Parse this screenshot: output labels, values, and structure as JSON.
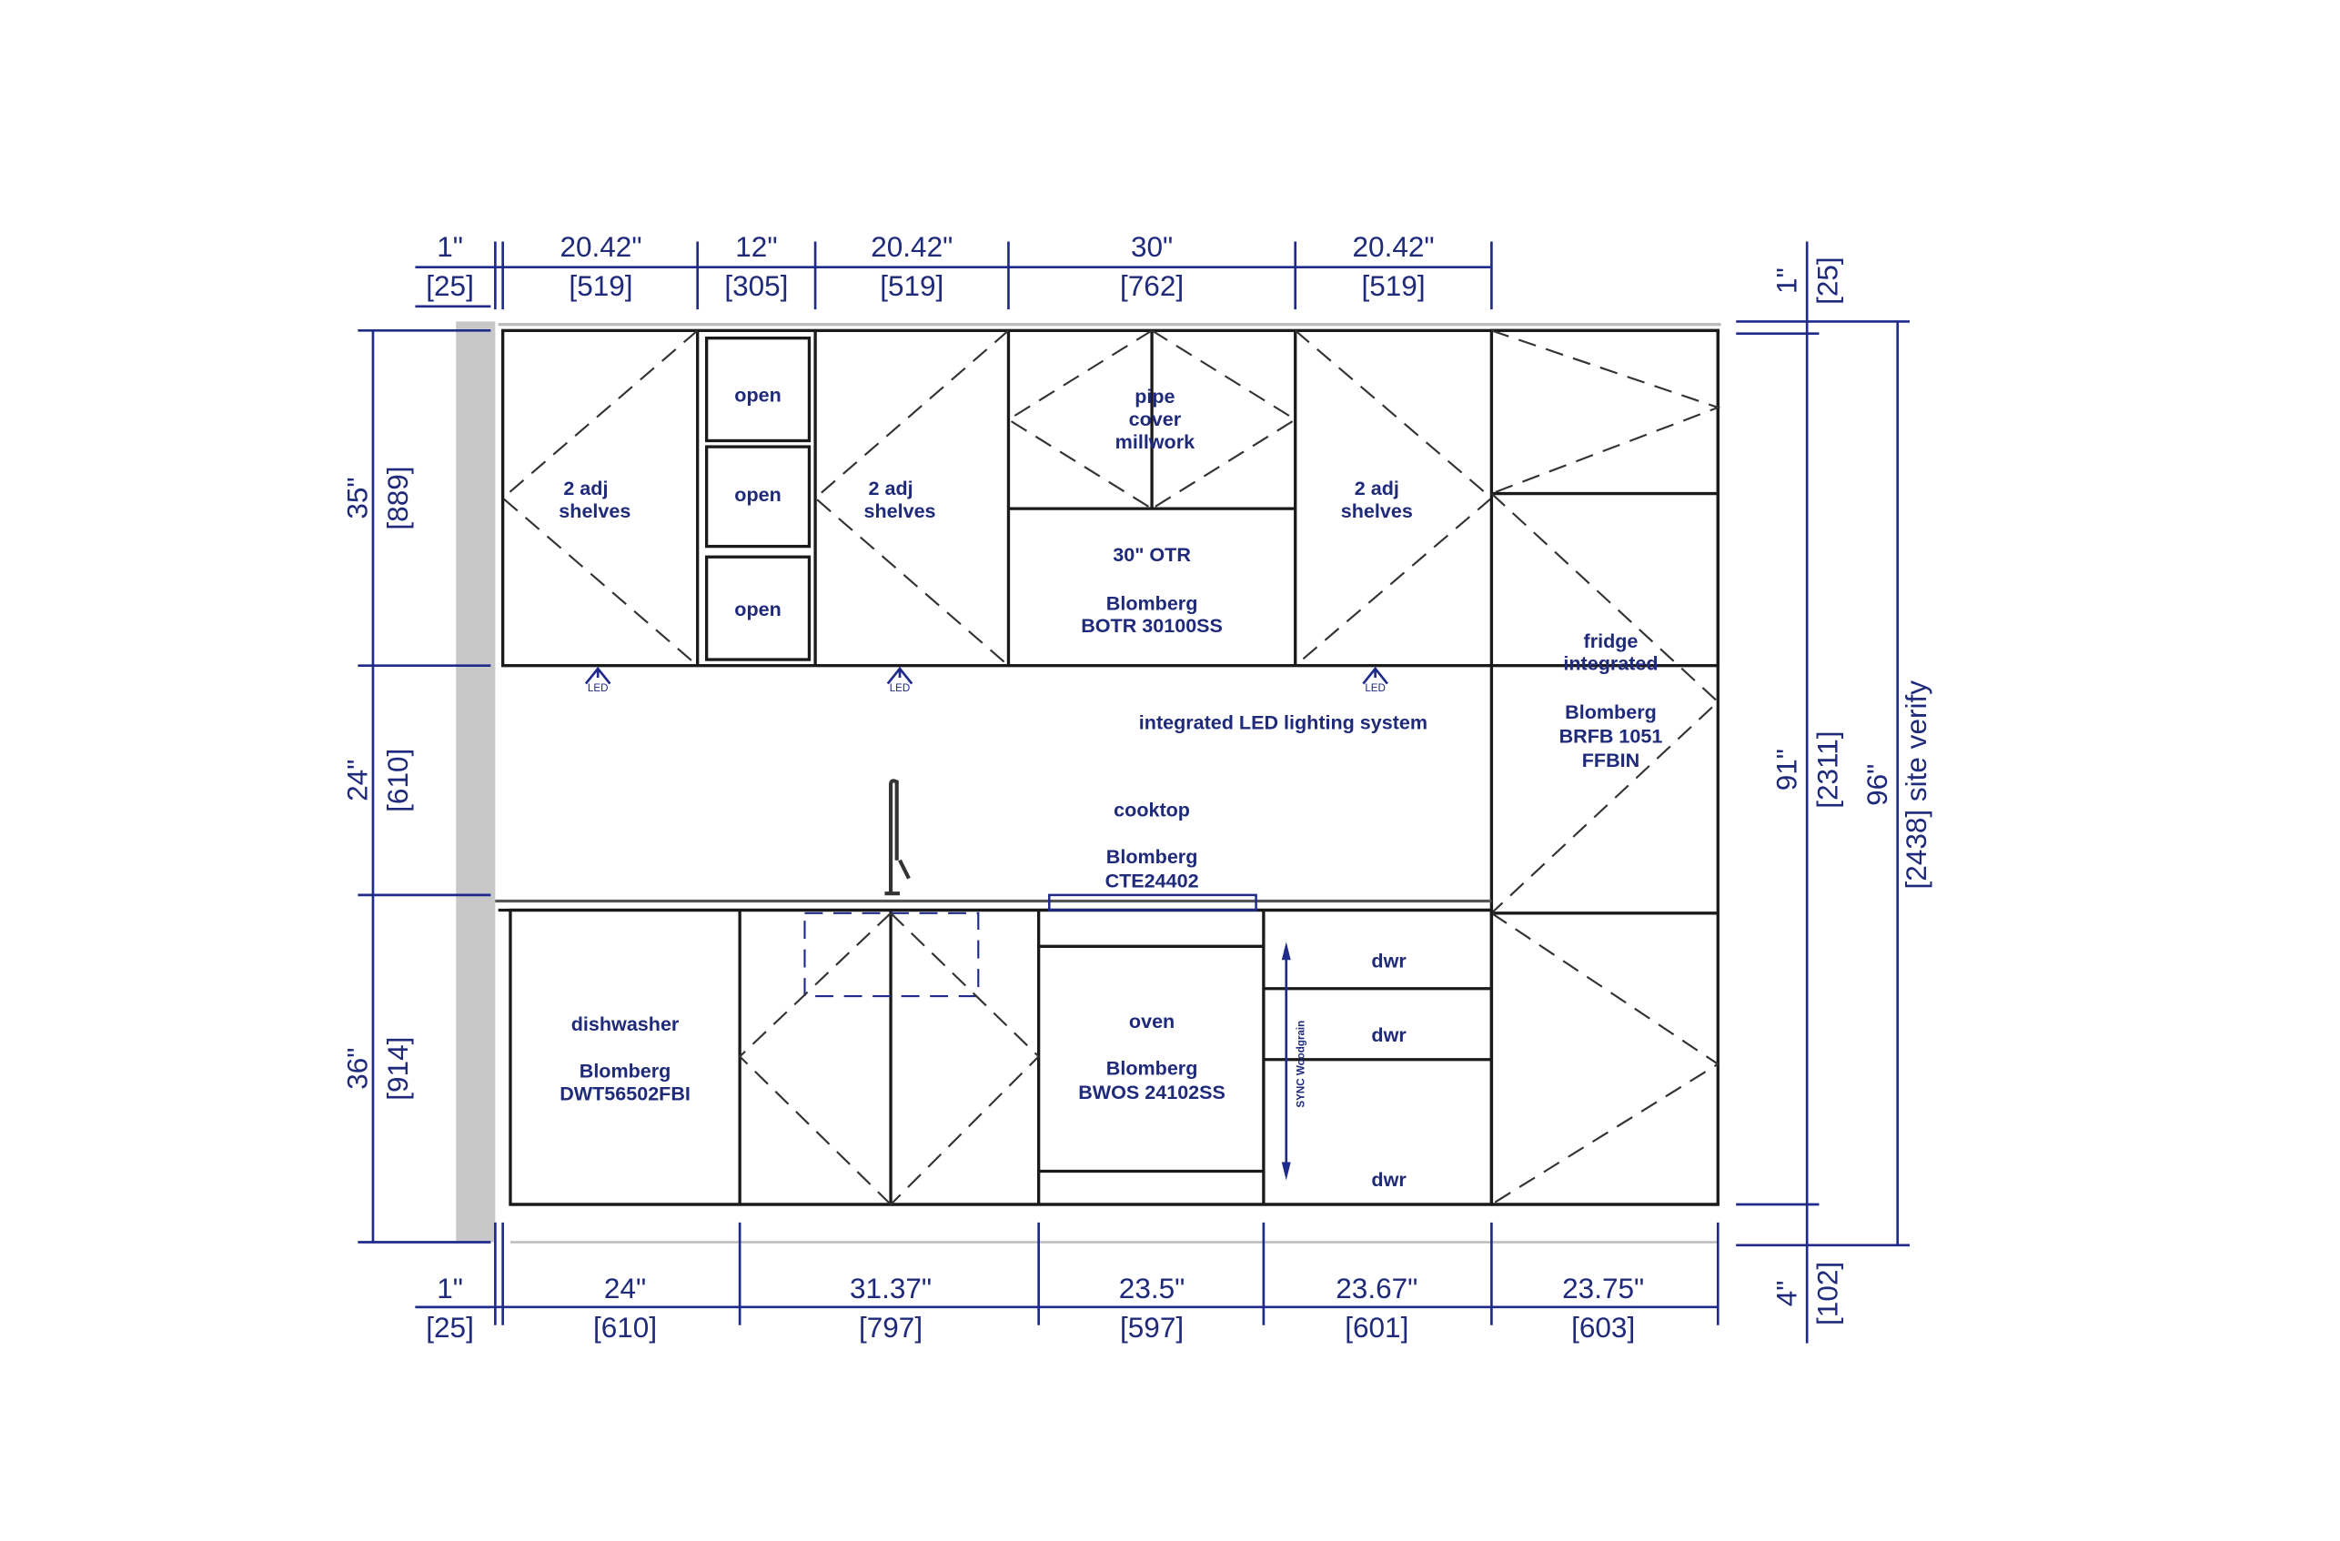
{
  "top_dims": [
    {
      "in": "1\"",
      "mm": "[25]"
    },
    {
      "in": "20.42\"",
      "mm": "[519]"
    },
    {
      "in": "12\"",
      "mm": "[305]"
    },
    {
      "in": "20.42\"",
      "mm": "[519]"
    },
    {
      "in": "30\"",
      "mm": "[762]"
    },
    {
      "in": "20.42\"",
      "mm": "[519]"
    }
  ],
  "bottom_dims": [
    {
      "in": "1\"",
      "mm": "[25]"
    },
    {
      "in": "24\"",
      "mm": "[610]"
    },
    {
      "in": "31.37\"",
      "mm": "[797]"
    },
    {
      "in": "23.5\"",
      "mm": "[597]"
    },
    {
      "in": "23.67\"",
      "mm": "[601]"
    },
    {
      "in": "23.75\"",
      "mm": "[603]"
    }
  ],
  "left_dims": [
    {
      "in": "35\"",
      "mm": "[889]"
    },
    {
      "in": "24\"",
      "mm": "[610]"
    },
    {
      "in": "36\"",
      "mm": "[914]"
    }
  ],
  "right_dims": {
    "top": {
      "in": "1\"",
      "mm": "[25]"
    },
    "mid": {
      "in": "91\"",
      "mm": "[2311]"
    },
    "bottom": {
      "in": "4\"",
      "mm": "[102]"
    },
    "total": {
      "in": "96\"",
      "mm": "[2438] site verify"
    }
  },
  "labels": {
    "shelves_line1": "2 adj",
    "shelves_line2": "shelves",
    "open": "open",
    "pipe1": "pipe",
    "pipe2": "cover",
    "pipe3": "millwork",
    "otr": "30\" OTR",
    "otr_brand": "Blomberg",
    "otr_model": "BOTR 30100SS",
    "led": "LED",
    "led_system": "integrated LED lighting system",
    "fridge1": "fridge",
    "fridge2": "integrated",
    "fridge_brand": "Blomberg",
    "fridge_model1": "BRFB 1051",
    "fridge_model2": "FFBIN",
    "cooktop": "cooktop",
    "cooktop_brand": "Blomberg",
    "cooktop_model": "CTE24402",
    "dishwasher": "dishwasher",
    "dw_brand": "Blomberg",
    "dw_model": "DWT56502FBI",
    "oven": "oven",
    "oven_brand": "Blomberg",
    "oven_model": "BWOS 24102SS",
    "dwr": "dwr",
    "grain": "SYNC Woodgrain"
  },
  "colors": {
    "dimension": "#1f2a8a",
    "line": "#1a1a1a",
    "wall": "#c8c8c8"
  }
}
